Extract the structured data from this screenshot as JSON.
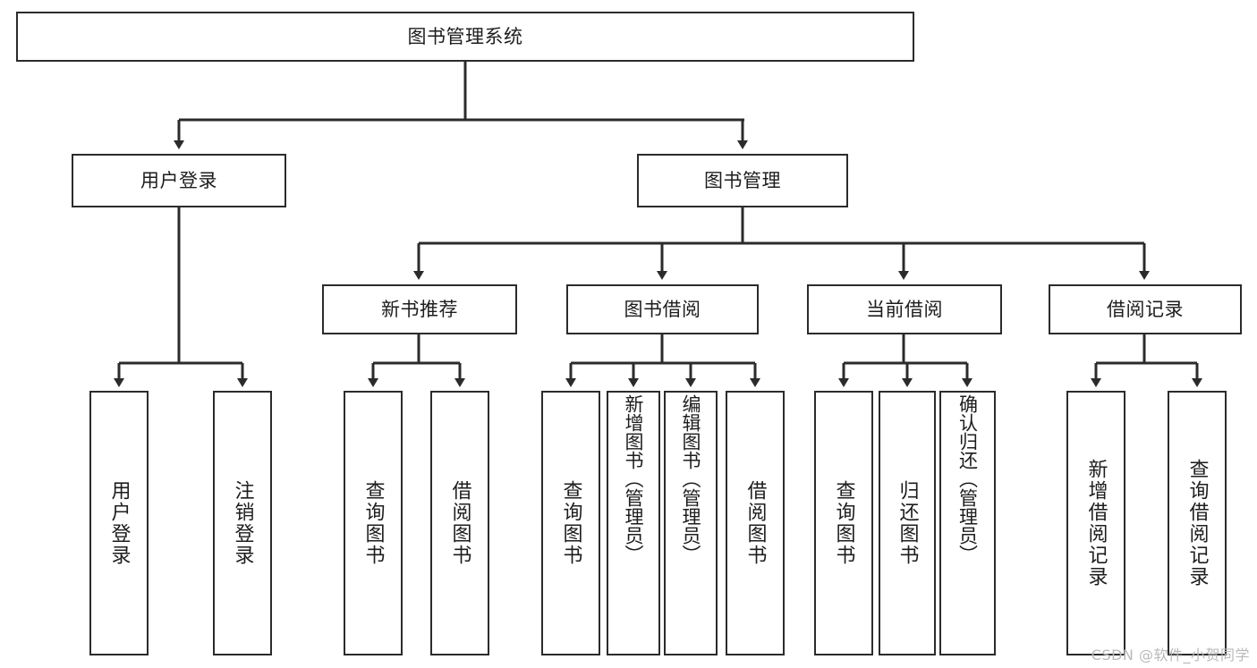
{
  "diagram": {
    "title": "图书管理系统",
    "watermark": "CSDN @软件_小贺同学",
    "colors": {
      "box_border": "#2b2b2b",
      "box_fill": "#ffffff",
      "edge": "#2b2b2b",
      "text": "#1d1d1d",
      "watermark": "#b9b9b9",
      "background": "#ffffff"
    },
    "levels": {
      "root": "图书管理系统",
      "level1": [
        "用户登录",
        "图书管理"
      ],
      "level2": [
        "新书推荐",
        "图书借阅",
        "当前借阅",
        "借阅记录"
      ],
      "level3": [
        "用户登录",
        "注销登录",
        "查询图书",
        "借阅图书",
        "查询图书",
        "新增图书（管理员）",
        "编辑图书（管理员）",
        "借阅图书",
        "查询图书",
        "归还图书",
        "确认归还（管理员）",
        "新增借阅记录",
        "查询借阅记录"
      ]
    },
    "nodes": {
      "root": {
        "label": "图书管理系统"
      },
      "user_login": {
        "label": "用户登录"
      },
      "book_manage": {
        "label": "图书管理"
      },
      "new_book_rec": {
        "label": "新书推荐"
      },
      "book_borrow": {
        "label": "图书借阅"
      },
      "current_borrow": {
        "label": "当前借阅"
      },
      "borrow_record": {
        "label": "借阅记录"
      },
      "leaf_user_login": {
        "label": "用户登录"
      },
      "leaf_logout": {
        "label": "注销登录"
      },
      "leaf_query_book_1": {
        "label": "查询图书"
      },
      "leaf_borrow_book_1": {
        "label": "借阅图书"
      },
      "leaf_query_book_2": {
        "label": "查询图书"
      },
      "leaf_add_book_admin": {
        "label": "新增图书（管理员）"
      },
      "leaf_edit_book_admin": {
        "label": "编辑图书（管理员）"
      },
      "leaf_borrow_book_2": {
        "label": "借阅图书"
      },
      "leaf_query_book_3": {
        "label": "查询图书"
      },
      "leaf_return_book": {
        "label": "归还图书"
      },
      "leaf_confirm_return_admin": {
        "label": "确认归还（管理员）"
      },
      "leaf_add_record": {
        "label": "新增借阅记录"
      },
      "leaf_query_record": {
        "label": "查询借阅记录"
      }
    },
    "edges": [
      {
        "from": "图书管理系统",
        "to": "用户登录"
      },
      {
        "from": "图书管理系统",
        "to": "图书管理"
      },
      {
        "from": "用户登录",
        "to": "用户登录"
      },
      {
        "from": "用户登录",
        "to": "注销登录"
      },
      {
        "from": "图书管理",
        "to": "新书推荐"
      },
      {
        "from": "图书管理",
        "to": "图书借阅"
      },
      {
        "from": "图书管理",
        "to": "当前借阅"
      },
      {
        "from": "图书管理",
        "to": "借阅记录"
      },
      {
        "from": "新书推荐",
        "to": "查询图书"
      },
      {
        "from": "新书推荐",
        "to": "借阅图书"
      },
      {
        "from": "图书借阅",
        "to": "查询图书"
      },
      {
        "from": "图书借阅",
        "to": "新增图书（管理员）"
      },
      {
        "from": "图书借阅",
        "to": "编辑图书（管理员）"
      },
      {
        "from": "图书借阅",
        "to": "借阅图书"
      },
      {
        "from": "当前借阅",
        "to": "查询图书"
      },
      {
        "from": "当前借阅",
        "to": "归还图书"
      },
      {
        "from": "当前借阅",
        "to": "确认归还（管理员）"
      },
      {
        "from": "借阅记录",
        "to": "新增借阅记录"
      },
      {
        "from": "借阅记录",
        "to": "查询借阅记录"
      }
    ]
  }
}
